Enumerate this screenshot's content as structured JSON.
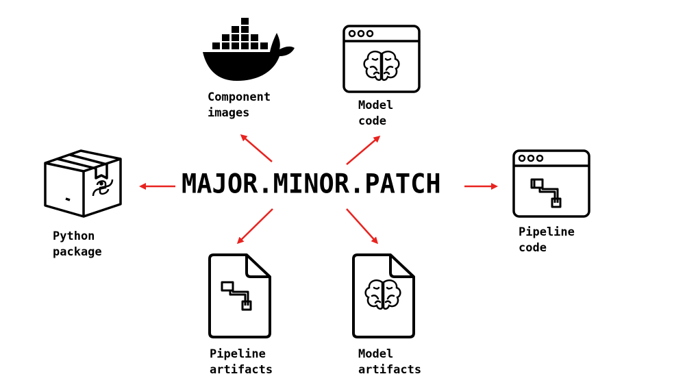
{
  "center": {
    "text": "MAJOR.MINOR.PATCH"
  },
  "nodes": {
    "component_images": {
      "line1": "Component",
      "line2": "images",
      "icon": "docker-whale-icon"
    },
    "model_code": {
      "line1": "Model",
      "line2": "code",
      "icon": "browser-window-brain-icon"
    },
    "python_package": {
      "line1": "Python",
      "line2": "package",
      "icon": "package-box-python-icon"
    },
    "pipeline_code": {
      "line1": "Pipeline",
      "line2": "code",
      "icon": "browser-window-pipe-icon"
    },
    "pipeline_artifacts": {
      "line1": "Pipeline",
      "line2": "artifacts",
      "icon": "document-pipe-icon"
    },
    "model_artifacts": {
      "line1": "Model",
      "line2": "artifacts",
      "icon": "document-brain-icon"
    }
  },
  "colors": {
    "arrow": "#e8231f",
    "ink": "#000000"
  }
}
